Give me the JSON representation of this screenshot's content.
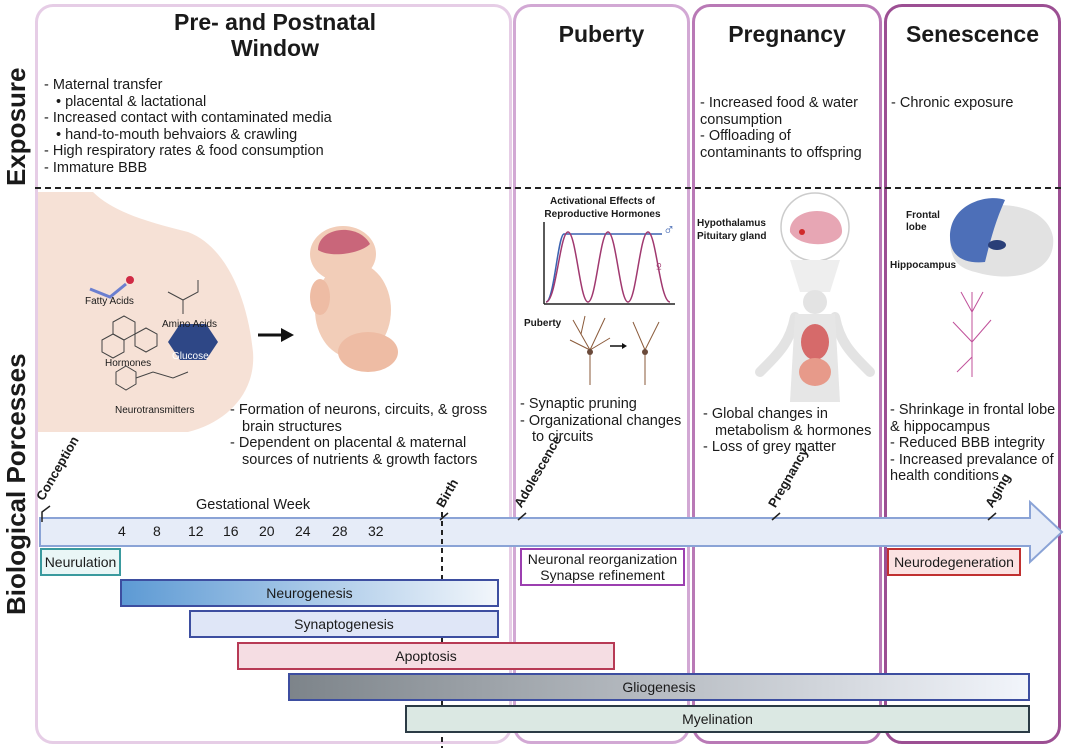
{
  "row_labels": {
    "exposure": "Exposure",
    "biological": "Biological Porcesses"
  },
  "panels": [
    {
      "title": "Pre- and Postnatal Window"
    },
    {
      "title": "Puberty"
    },
    {
      "title": "Pregnancy"
    },
    {
      "title": "Senescence"
    }
  ],
  "exposure": {
    "prenatal": [
      "- Maternal transfer",
      "placental & lactational",
      "- Increased contact with contaminated media",
      "hand-to-mouth behvaiors & crawling",
      "- High respiratory rates & food consumption",
      "- Immature BBB"
    ],
    "pregnancy": [
      "- Increased food & water",
      "consumption",
      "- Offloading of",
      "contaminants to offspring"
    ],
    "senescence": [
      "- Chronic exposure"
    ]
  },
  "biological": {
    "prenatal": [
      "- Formation of neurons, circuits, & gross",
      "brain structures",
      "- Dependent on placental & maternal",
      "sources of nutrients & growth factors"
    ],
    "puberty": [
      "- Synaptic pruning",
      "- Organizational changes",
      "to circuits"
    ],
    "pregnancy": [
      "- Global changes in",
      "metabolism & hormones",
      "- Loss of grey matter"
    ],
    "senescence": [
      "- Shrinkage in frontal lobe",
      "& hippocampus",
      "- Reduced BBB integrity",
      "- Increased prevalance of",
      "health conditions"
    ]
  },
  "illustration_labels": {
    "fatty_acids": "Fatty Acids",
    "amino_acids": "Amino Acids",
    "hormones": "Hormones",
    "glucose": "Glucose",
    "neurotransmitters": "Neurotransmitters",
    "activational_title": "Activational Effects of Reproductive Hormones",
    "puberty_label": "Puberty",
    "male_symbol": "♂",
    "female_symbol": "♀",
    "hypothalamus": "Hypothalamus",
    "pituitary": "Pituitary gland",
    "frontal_lobe": "Frontal lobe",
    "hippocampus": "Hippocampus"
  },
  "timeline": {
    "axis_label": "Gestational Week",
    "weeks": [
      "4",
      "8",
      "12",
      "16",
      "20",
      "24",
      "28",
      "32"
    ],
    "milestones": [
      "Conception",
      "Birth",
      "Adolescence",
      "Pregnancy",
      "Aging"
    ]
  },
  "bars": [
    {
      "label": "Neurulation",
      "fill": "#e9f6f6",
      "border": "#3a9a9e"
    },
    {
      "label": "Neurogenesis",
      "fill": "#6fa6d8",
      "border": "#3d4ea0"
    },
    {
      "label": "Synaptogenesis",
      "fill": "#dfe6f7",
      "border": "#3d4ea0"
    },
    {
      "label": "Apoptosis",
      "fill": "#f5dde3",
      "border": "#b73a55"
    },
    {
      "label": "Gliogenesis",
      "fill": "#8e9498",
      "border": "#3d4ea0"
    },
    {
      "label": "Myelination",
      "fill": "#dbe8e3",
      "border": "#2b3b45"
    },
    {
      "label_lines": [
        "Neuronal reorganization",
        "Synapse refinement"
      ],
      "fill": "#ffffff",
      "border": "#9c3fb0"
    },
    {
      "label": "Neurodegeneration",
      "fill": "#fbe2e2",
      "border": "#c03030"
    }
  ],
  "colors": {
    "panel1": "#e6cde6",
    "panel2": "#d2a8d4",
    "panel3": "#b979b6",
    "panel4": "#9c4f93",
    "arrow_fill": "#e6ecf8",
    "arrow_stroke": "#8aa3d6",
    "male_line": "#3b62b0",
    "female_line": "#a0386f"
  }
}
